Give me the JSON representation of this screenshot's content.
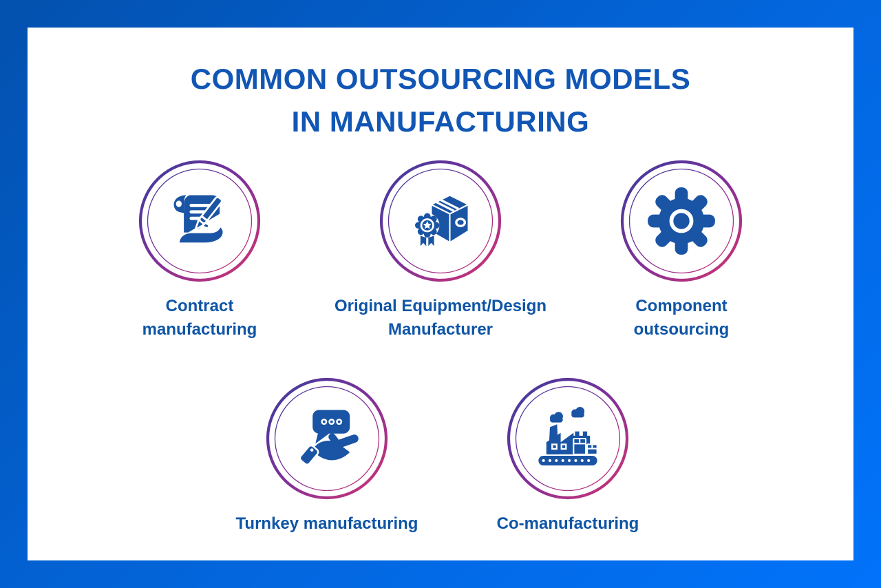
{
  "title": "COMMON OUTSOURCING MODELS\nIN MANUFACTURING",
  "models": [
    {
      "label": "Contract\nmanufacturing",
      "icon": "contract-signing-icon"
    },
    {
      "label": "Original Equipment/Design\nManufacturer",
      "icon": "certified-product-box-icon"
    },
    {
      "label": "Component\noutsourcing",
      "icon": "gear-icon"
    },
    {
      "label": "Turnkey manufacturing",
      "icon": "hand-with-speech-bubble-icon"
    },
    {
      "label": "Co-manufacturing",
      "icon": "factory-conveyor-icon"
    }
  ],
  "colors": {
    "background_gradient_start": "#0351ae",
    "background_gradient_end": "#0173fa",
    "card_background": "#ffffff",
    "title_text": "#1156b5",
    "label_text": "#0e55a6",
    "icon_fill": "#1a54a4",
    "ring_gradient_start": "#3a3d9c",
    "ring_gradient_mid": "#80309a",
    "ring_gradient_end": "#d53470"
  }
}
